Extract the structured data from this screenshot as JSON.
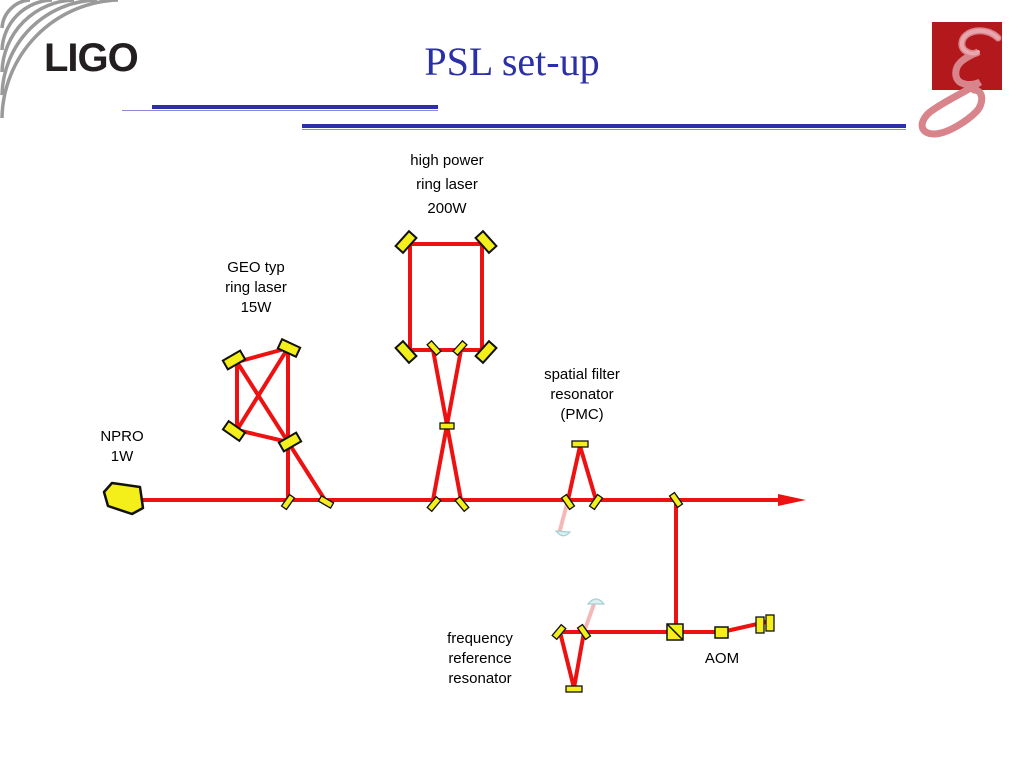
{
  "slide": {
    "title": "PSL set-up",
    "logo_text": "LIGO",
    "accent_color": "#2b2fa8",
    "beam_color": "#ee1111",
    "optic_color": "#f4ee1a",
    "geo_logo_color": "#c21b1f"
  },
  "labels": {
    "high_power": [
      "high power",
      "ring laser",
      "200W"
    ],
    "geo": [
      "GEO typ",
      "ring laser",
      "15W"
    ],
    "npro": [
      "NPRO",
      "1W"
    ],
    "pmc": [
      "spatial filter",
      "resonator",
      "(PMC)"
    ],
    "freq_ref": [
      "frequency",
      "reference",
      "resonator"
    ],
    "aom": "AOM"
  }
}
